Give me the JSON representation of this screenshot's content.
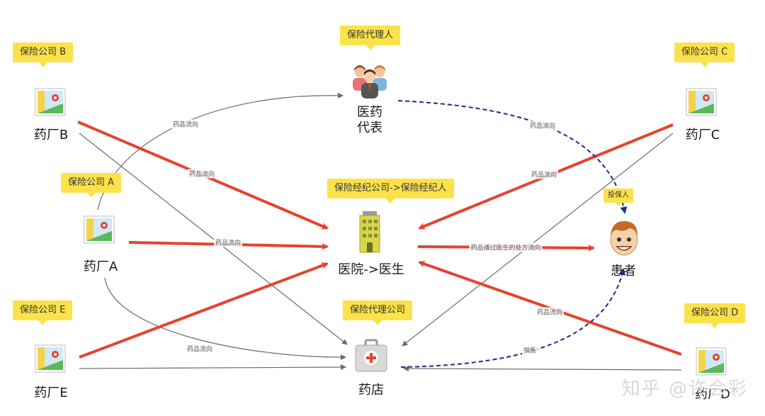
{
  "tags": {
    "insurer_b": "保险公司 B",
    "agent_person": "保险代理人",
    "insurer_c": "保险公司 C",
    "insurer_a": "保险公司 A",
    "broker": "保险经纪公司->保险经纪人",
    "patient_tag": "投保人",
    "insurer_e": "保险公司 E",
    "agency_company": "保险代理公司",
    "insurer_d": "保险公司 D"
  },
  "nodes": {
    "factory_b": "药厂B",
    "factory_a": "药厂A",
    "factory_e": "药厂E",
    "factory_c": "药厂C",
    "factory_d": "药厂D",
    "rep": "医药代表",
    "hospital": "医院->医生",
    "patient": "患者",
    "pharmacy": "药店"
  },
  "edge_labels": {
    "rep_flow": "药品流向",
    "b_hospital": "药品流向",
    "a_hospital": "药品流向",
    "c_hospital": "药品流向",
    "rx_flow": "药品通过医生的处方流向",
    "d_hospital": "药品流向",
    "a_pharmacy": "药品流向",
    "sale": "销售",
    "rep_patient": "药品流向"
  },
  "watermark": "知乎 @许会彩",
  "colors": {
    "red": "#e5432f",
    "gray": "#6b6b6b",
    "navy": "#1c2c8c",
    "tag": "#fbe24a"
  }
}
